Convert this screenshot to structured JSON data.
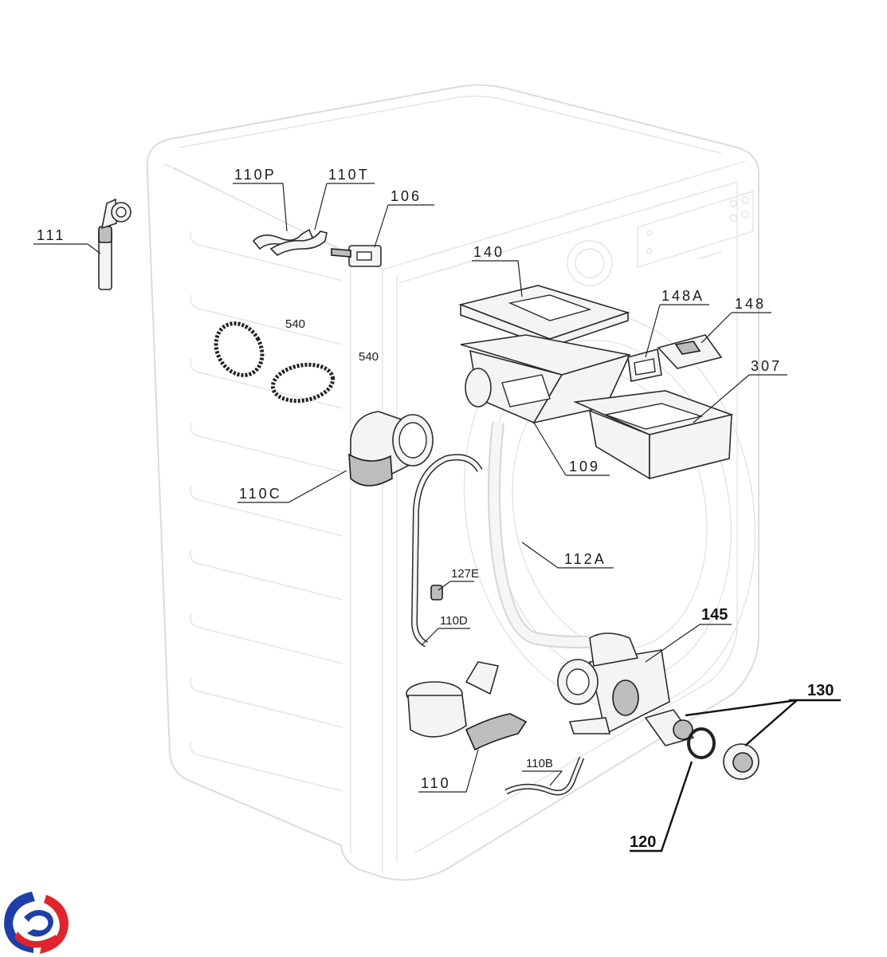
{
  "diagram": {
    "callouts": [
      {
        "id": "111",
        "label": "111"
      },
      {
        "id": "110P",
        "label": "110P"
      },
      {
        "id": "110T",
        "label": "110T"
      },
      {
        "id": "106",
        "label": "106"
      },
      {
        "id": "140",
        "label": "140"
      },
      {
        "id": "148A",
        "label": "148A"
      },
      {
        "id": "148",
        "label": "148"
      },
      {
        "id": "307",
        "label": "307"
      },
      {
        "id": "540a",
        "label": "540"
      },
      {
        "id": "540b",
        "label": "540"
      },
      {
        "id": "109",
        "label": "109"
      },
      {
        "id": "110C",
        "label": "110C"
      },
      {
        "id": "112A",
        "label": "112A"
      },
      {
        "id": "127E",
        "label": "127E"
      },
      {
        "id": "110D",
        "label": "110D"
      },
      {
        "id": "145",
        "label": "145"
      },
      {
        "id": "130",
        "label": "130"
      },
      {
        "id": "110",
        "label": "110"
      },
      {
        "id": "110B",
        "label": "110B"
      },
      {
        "id": "120",
        "label": "120"
      }
    ]
  },
  "logo": {
    "name": "brand-logo-icon",
    "colors": {
      "blue": "#1f3fa8",
      "red": "#e0242b"
    }
  }
}
